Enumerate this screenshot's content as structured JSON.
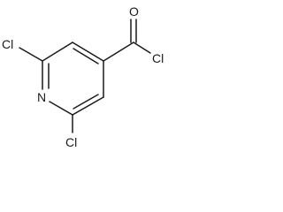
{
  "structure": {
    "atoms": {
      "ring_nitrogen": "N",
      "chlorine_upper": "Cl",
      "chlorine_lower": "Cl",
      "carbonyl_oxygen": "O",
      "acyl_chlorine": "Cl"
    }
  }
}
